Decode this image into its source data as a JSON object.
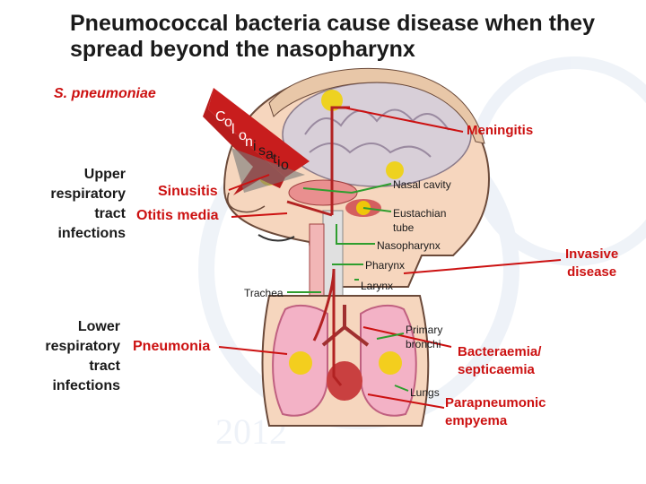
{
  "title": "Pneumococcal bacteria cause disease when they spread beyond the nasopharynx",
  "organism": "S. pneumoniae",
  "colonisation": [
    "C",
    "o",
    "l",
    "o",
    "n",
    "i",
    "s",
    "a",
    "t",
    "i",
    "o",
    "n"
  ],
  "upper": {
    "heading": [
      "Upper",
      "respiratory",
      "tract",
      "infections"
    ],
    "sinusitis": "Sinusitis",
    "otitis": "Otitis media"
  },
  "lower": {
    "heading": [
      "Lower",
      "respiratory",
      "tract",
      "infections"
    ],
    "pneumonia": "Pneumonia"
  },
  "anatomy": {
    "nasal_cavity": "Nasal cavity",
    "eustachian": [
      "Eustachian",
      "tube"
    ],
    "nasopharynx": "Nasopharynx",
    "pharynx": "Pharynx",
    "larynx": "Larynx",
    "trachea": "Trachea",
    "primary_bronchi": [
      "Primary",
      "bronchi"
    ],
    "lungs": "Lungs"
  },
  "invasive": {
    "meningitis": "Meningitis",
    "invasive_disease": [
      "Invasive",
      "disease"
    ],
    "bacteraemia": [
      "Bacteraemia/",
      "septicaemia"
    ],
    "empyema": [
      "Parapneumonic",
      "empyema"
    ]
  },
  "colors": {
    "red": "#cc1111",
    "green": "#2e9e2e",
    "dark_red_arrow": "#b22222"
  }
}
